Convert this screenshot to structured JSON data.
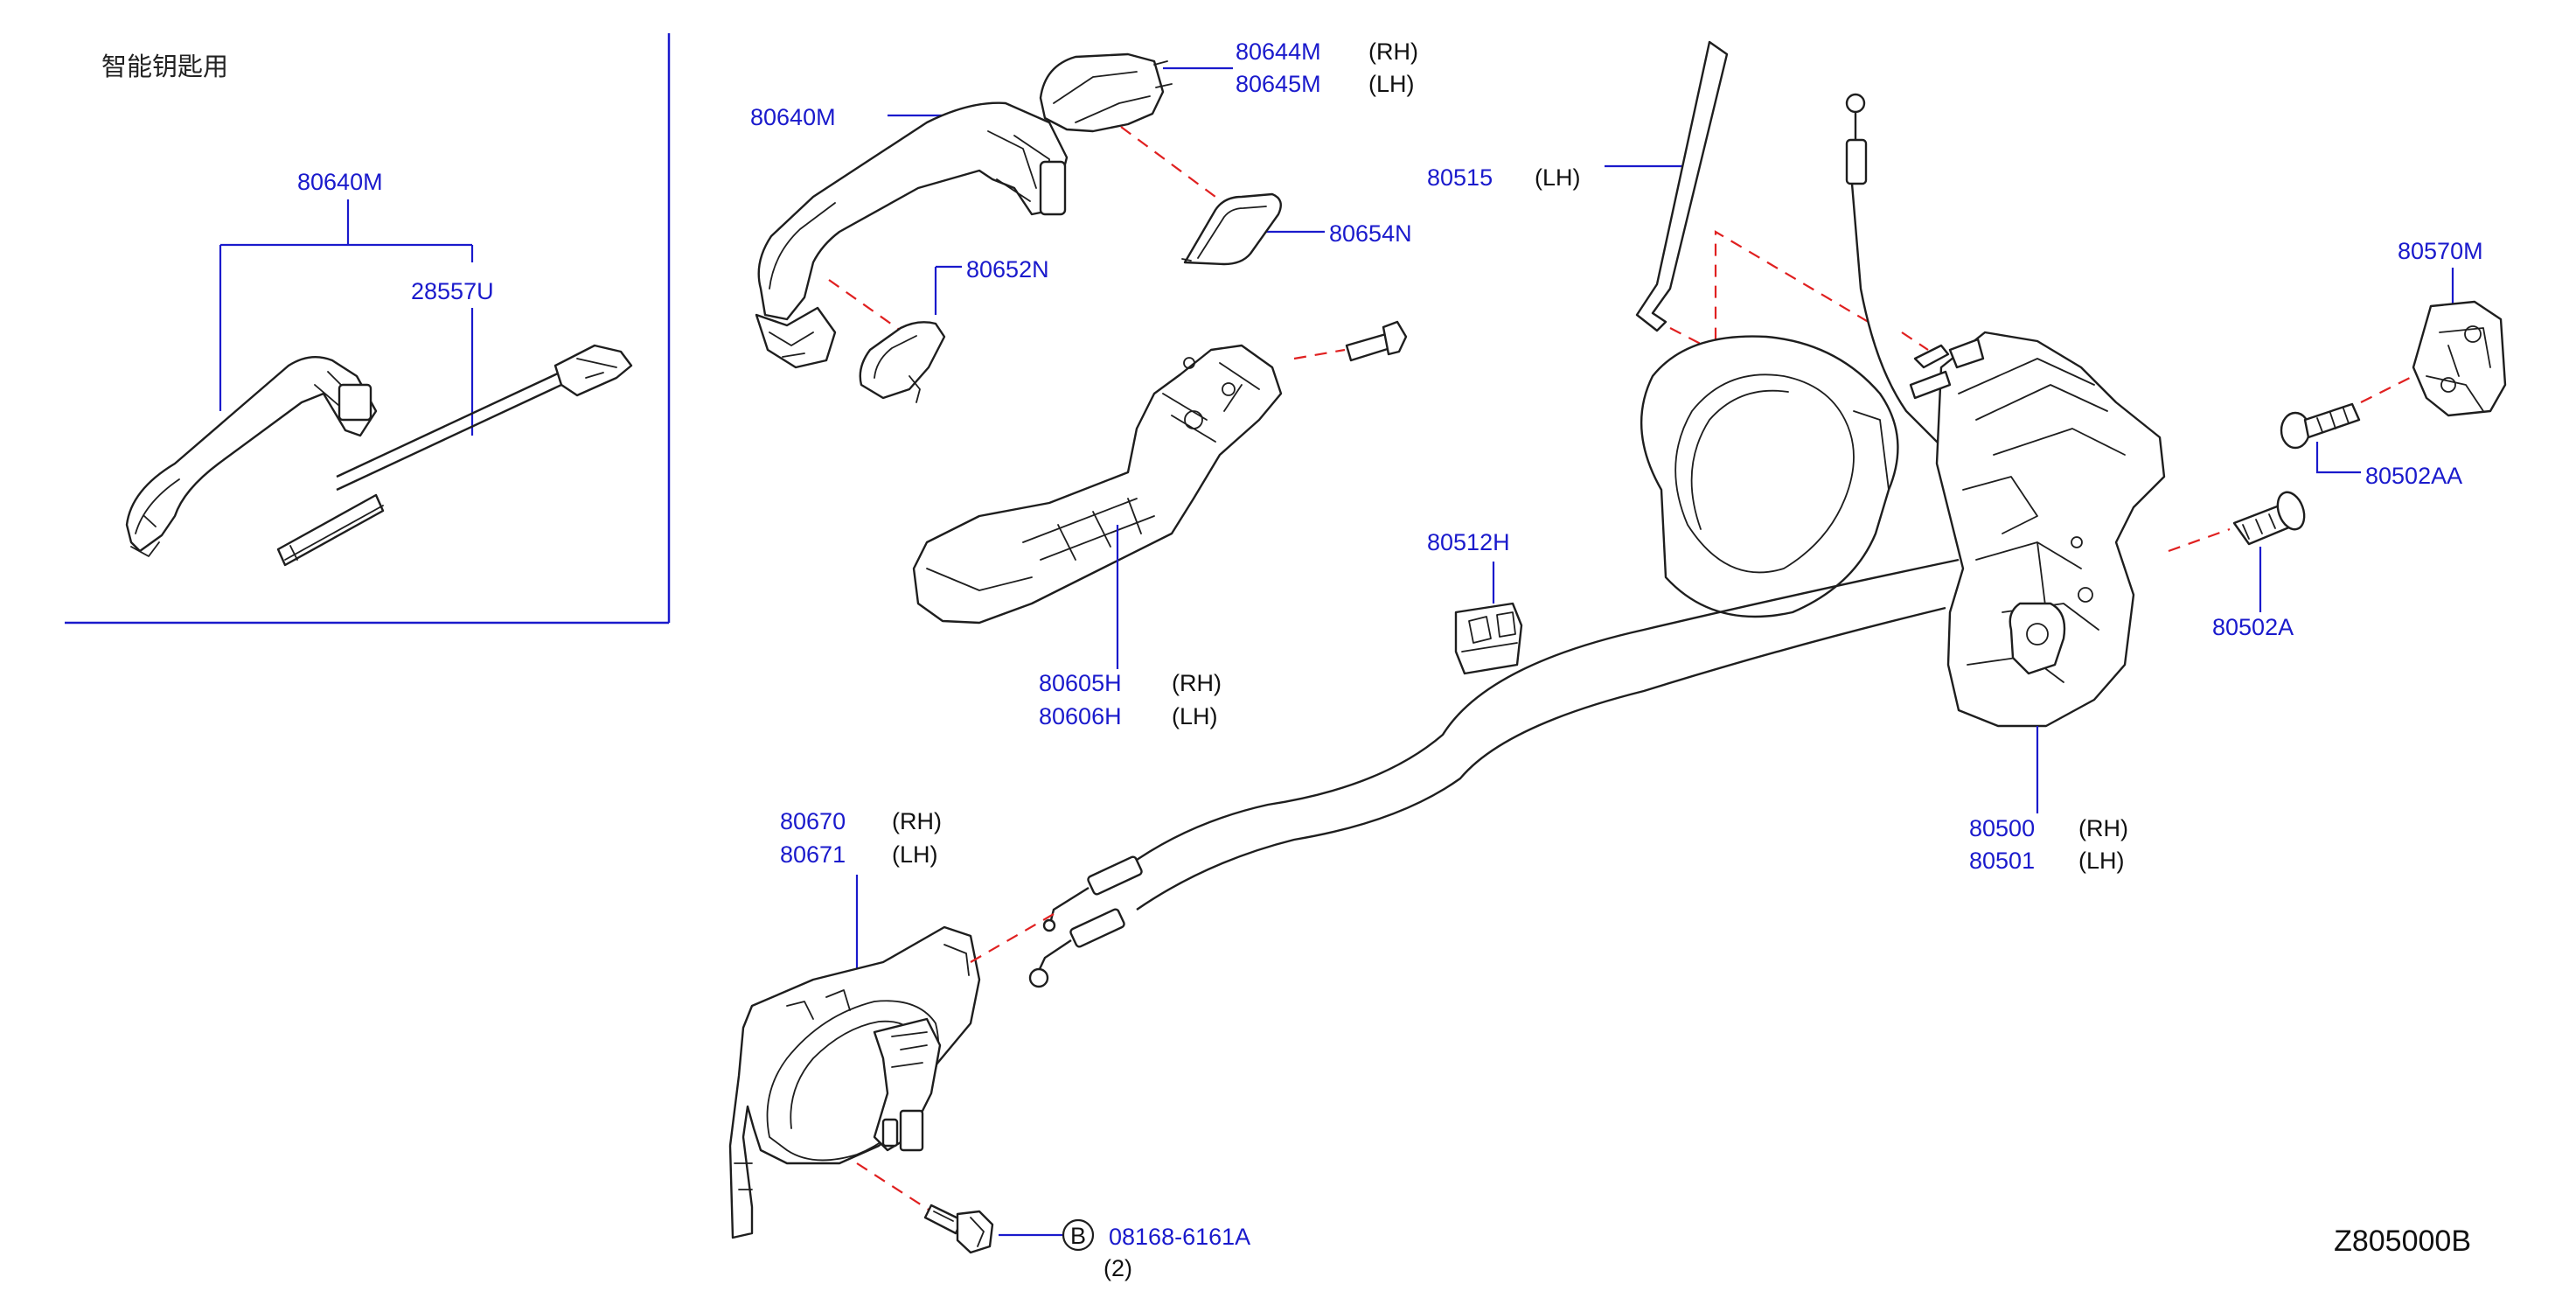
{
  "section_label": "智能钥匙用",
  "diagram_code": "Z805000B",
  "callouts": {
    "inset_handle": "80640M",
    "inset_antenna": "28557U",
    "handle_main": "80640M",
    "cover_rh": "80644M",
    "cover_lh": "80645M",
    "gasket_front": "80652N",
    "gasket_rear": "80654N",
    "frame_rh": "80605H",
    "frame_lh": "80606H",
    "rod": "80515",
    "clip": "80512H",
    "striker": "80570M",
    "screw_aa": "80502AA",
    "screw_a": "80502A",
    "lock_rh": "80500",
    "lock_lh": "80501",
    "inner_rh": "80670",
    "inner_lh": "80671",
    "bolt": "08168-6161A"
  },
  "sides": {
    "rh": "(RH)",
    "lh": "(LH)"
  },
  "bolt_marker": "B",
  "bolt_qty": "(2)",
  "colors": {
    "callout_text": "#1a1acc",
    "leader_line": "#1a1acc",
    "dashed_guide": "#e02020",
    "part_outline": "#1e1e1e"
  }
}
